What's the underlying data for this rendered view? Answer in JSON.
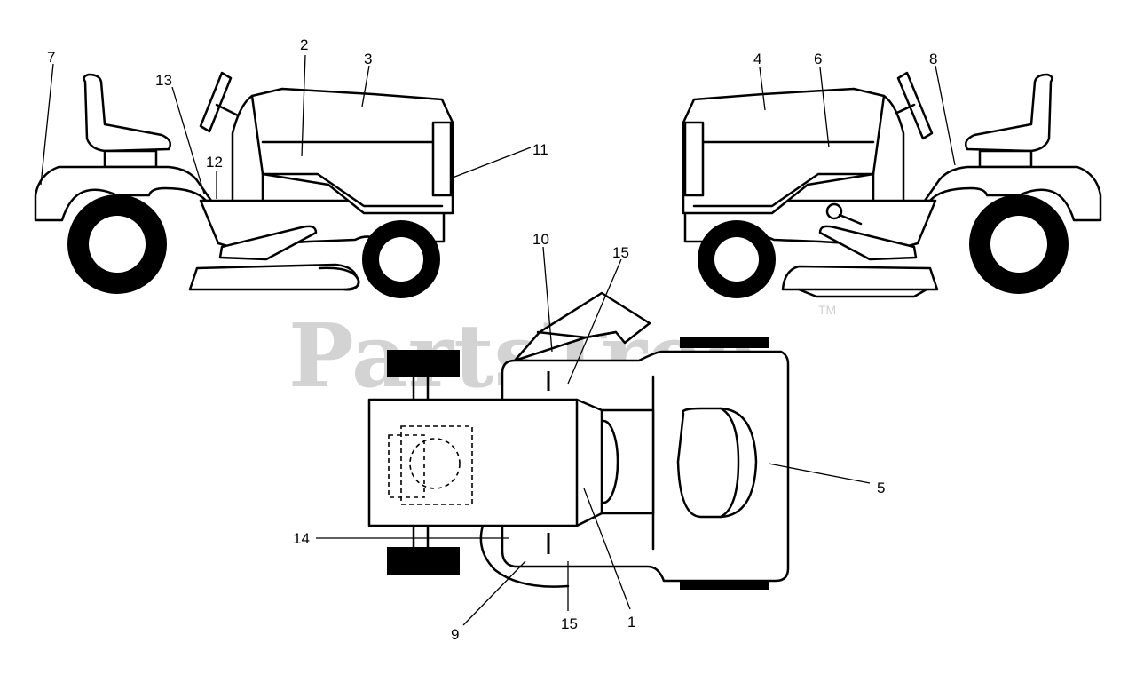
{
  "watermark": {
    "text": "PartsTree",
    "trademark": "TM"
  },
  "callouts": {
    "c1": "1",
    "c2": "2",
    "c3": "3",
    "c4": "4",
    "c5": "5",
    "c6": "6",
    "c7": "7",
    "c8": "8",
    "c9": "9",
    "c10": "10",
    "c11": "11",
    "c12": "12",
    "c13": "13",
    "c14": "14",
    "c15_top": "15",
    "c15_bottom": "15"
  },
  "colors": {
    "line": "#000000",
    "watermark": "#d3d3d3",
    "background": "#ffffff"
  }
}
